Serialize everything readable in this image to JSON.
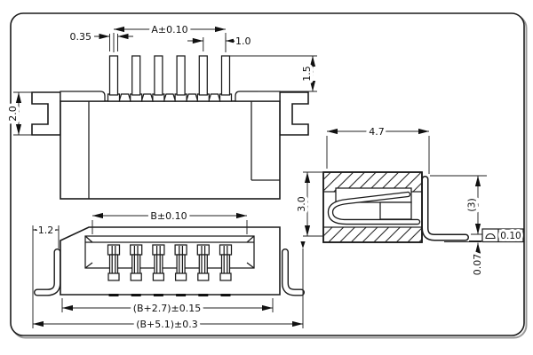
{
  "top_view": {
    "dim_a": "A±0.10",
    "dim_pin_width": "0.35",
    "dim_pitch": "1.0",
    "dim_pin_height": "1.5",
    "dim_ear_height": "2.0"
  },
  "front_view": {
    "dim_b": "B±0.10",
    "dim_foot_offset": "1.2",
    "dim_mid_width": "(B+2.7)±0.15",
    "dim_overall_width": "(B+5.1)±0.3"
  },
  "side_view": {
    "dim_depth": "4.7",
    "dim_height": "3.0",
    "dim_height_ref": "(3)",
    "dim_standoff": "0.07",
    "tolerance_symbol": "surface-profile",
    "tolerance_value": "0.10"
  }
}
